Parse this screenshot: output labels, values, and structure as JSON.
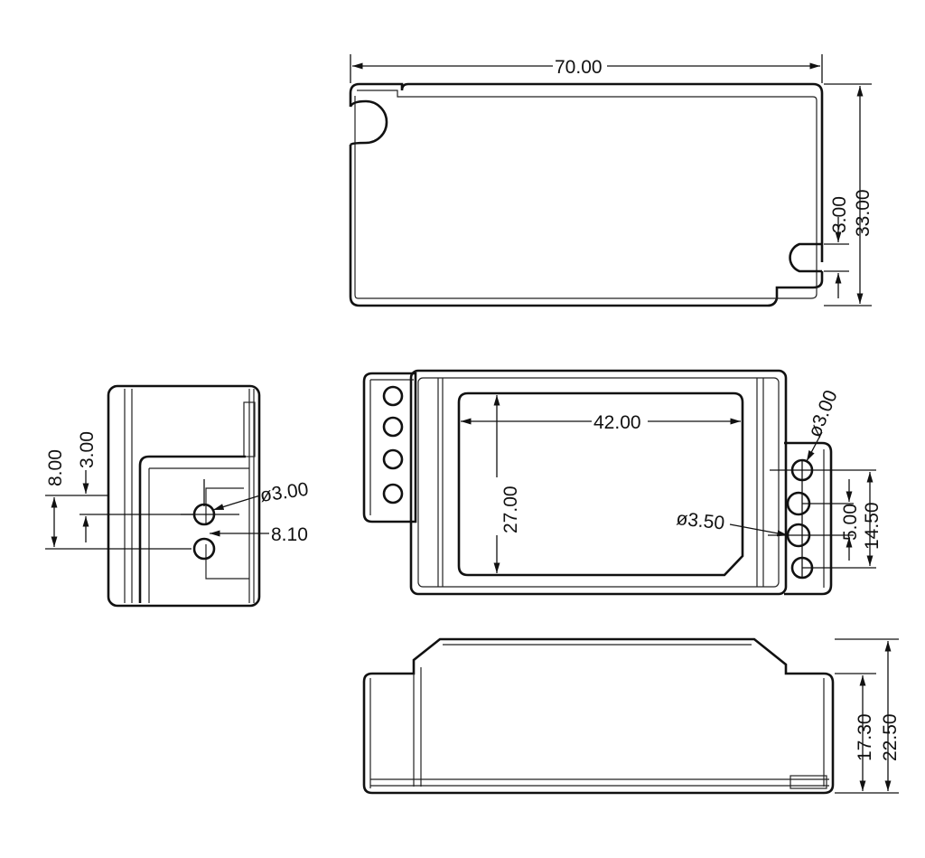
{
  "top_view": {
    "width_label": "70.00",
    "slot_label": "3.00",
    "height_label": "33.00"
  },
  "side_view": {
    "dim_outer": "8.00",
    "dim_inner": "3.00",
    "hole_label": "ø3.00",
    "offset_label": "8.10"
  },
  "front_view": {
    "window_width": "42.00",
    "window_height": "27.00",
    "small_hole": "ø3.00",
    "large_hole": "ø3.50",
    "pitch": "5.00",
    "span": "14.50"
  },
  "bottom_view": {
    "body_height": "17.30",
    "total_height": "22.50"
  }
}
